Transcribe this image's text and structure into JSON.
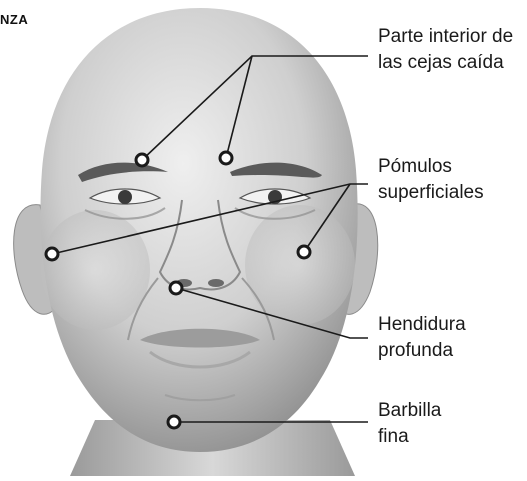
{
  "header": {
    "text": "NZA"
  },
  "annotations": [
    {
      "id": "cejas",
      "lines": [
        "Parte interior de",
        "las cejas caída"
      ]
    },
    {
      "id": "pomulos",
      "lines": [
        "Pómulos",
        "superficiales"
      ]
    },
    {
      "id": "hendidura",
      "lines": [
        "Hendidura",
        "profunda"
      ]
    },
    {
      "id": "barbilla",
      "lines": [
        "Barbilla",
        "fina"
      ]
    }
  ]
}
